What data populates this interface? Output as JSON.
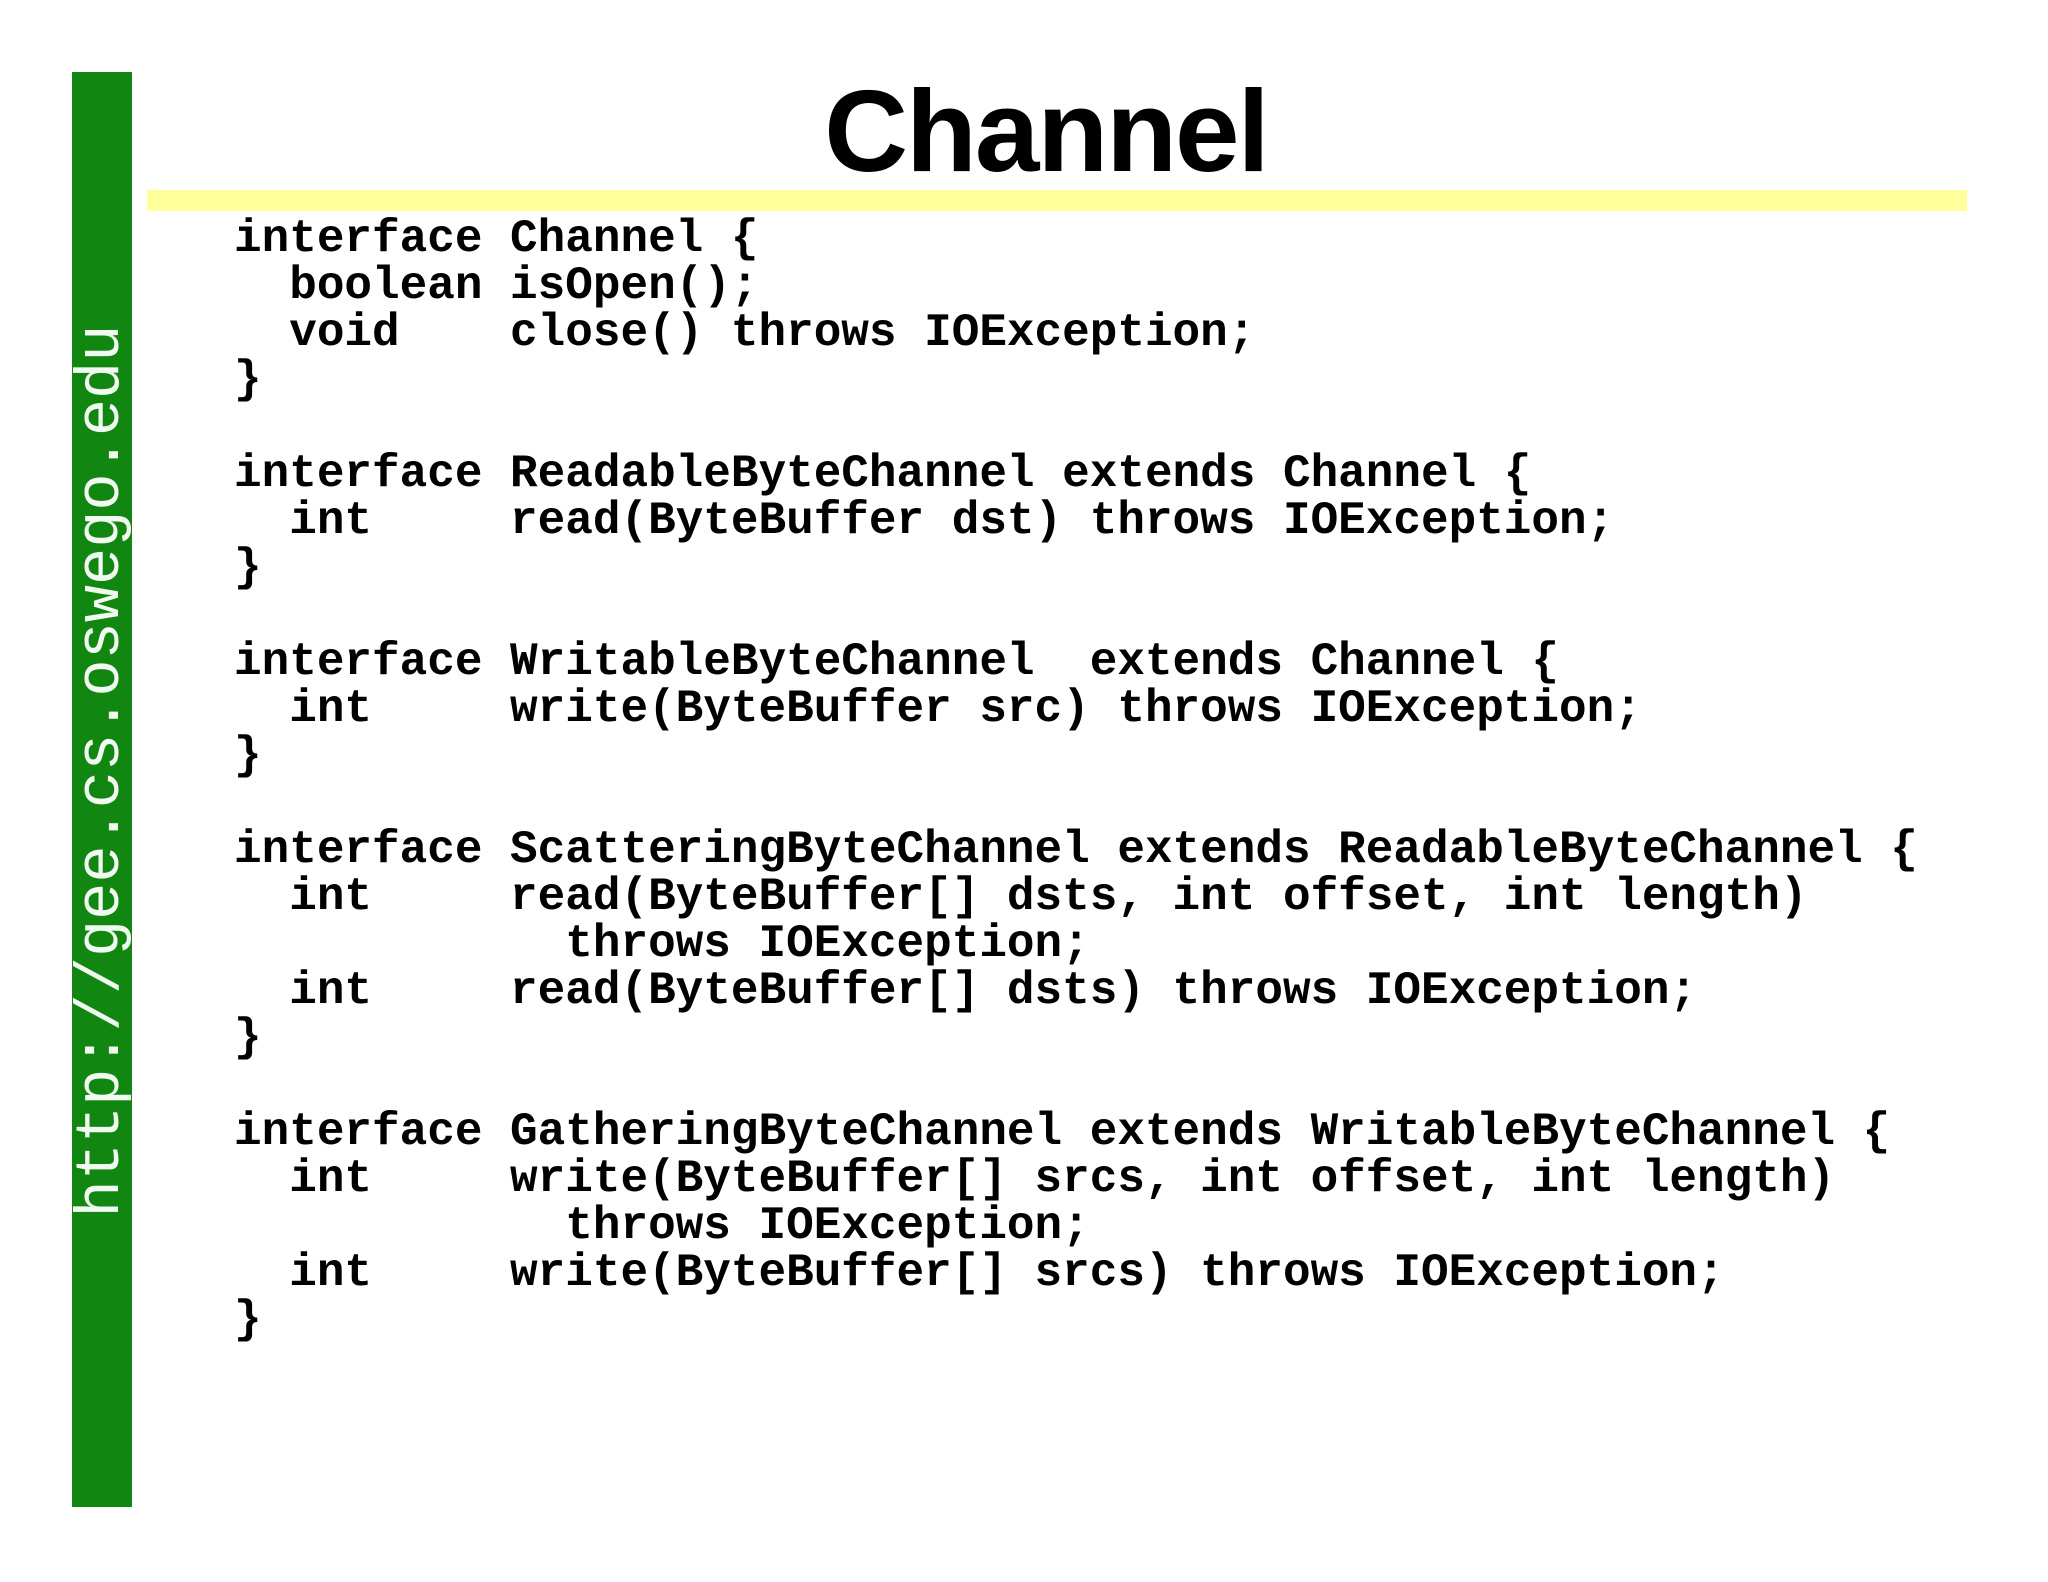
{
  "header": {
    "title": "Channel"
  },
  "sidebar": {
    "url": "http://gee.cs.oswego.edu"
  },
  "colors": {
    "sidebar_green": "#118711",
    "divider_yellow": "#ffff9c",
    "background": "#ffffff",
    "title_text": "#000000",
    "code_text": "#000000",
    "sidebar_text": "#f0faf0"
  },
  "code": {
    "blocks": [
      {
        "lines": [
          "interface Channel {",
          "  boolean isOpen();",
          "  void    close() throws IOException;",
          "}"
        ]
      },
      {
        "lines": [
          "interface ReadableByteChannel extends Channel {",
          "  int     read(ByteBuffer dst) throws IOException;",
          "}"
        ]
      },
      {
        "lines": [
          "interface WritableByteChannel  extends Channel {",
          "  int     write(ByteBuffer src) throws IOException;",
          "}"
        ]
      },
      {
        "lines": [
          "interface ScatteringByteChannel extends ReadableByteChannel {",
          "  int     read(ByteBuffer[] dsts, int offset, int length)",
          "            throws IOException;",
          "  int     read(ByteBuffer[] dsts) throws IOException;",
          "}"
        ]
      },
      {
        "lines": [
          "interface GatheringByteChannel extends WritableByteChannel {",
          "  int     write(ByteBuffer[] srcs, int offset, int length)",
          "            throws IOException;",
          "  int     write(ByteBuffer[] srcs) throws IOException;",
          "}"
        ]
      }
    ]
  }
}
